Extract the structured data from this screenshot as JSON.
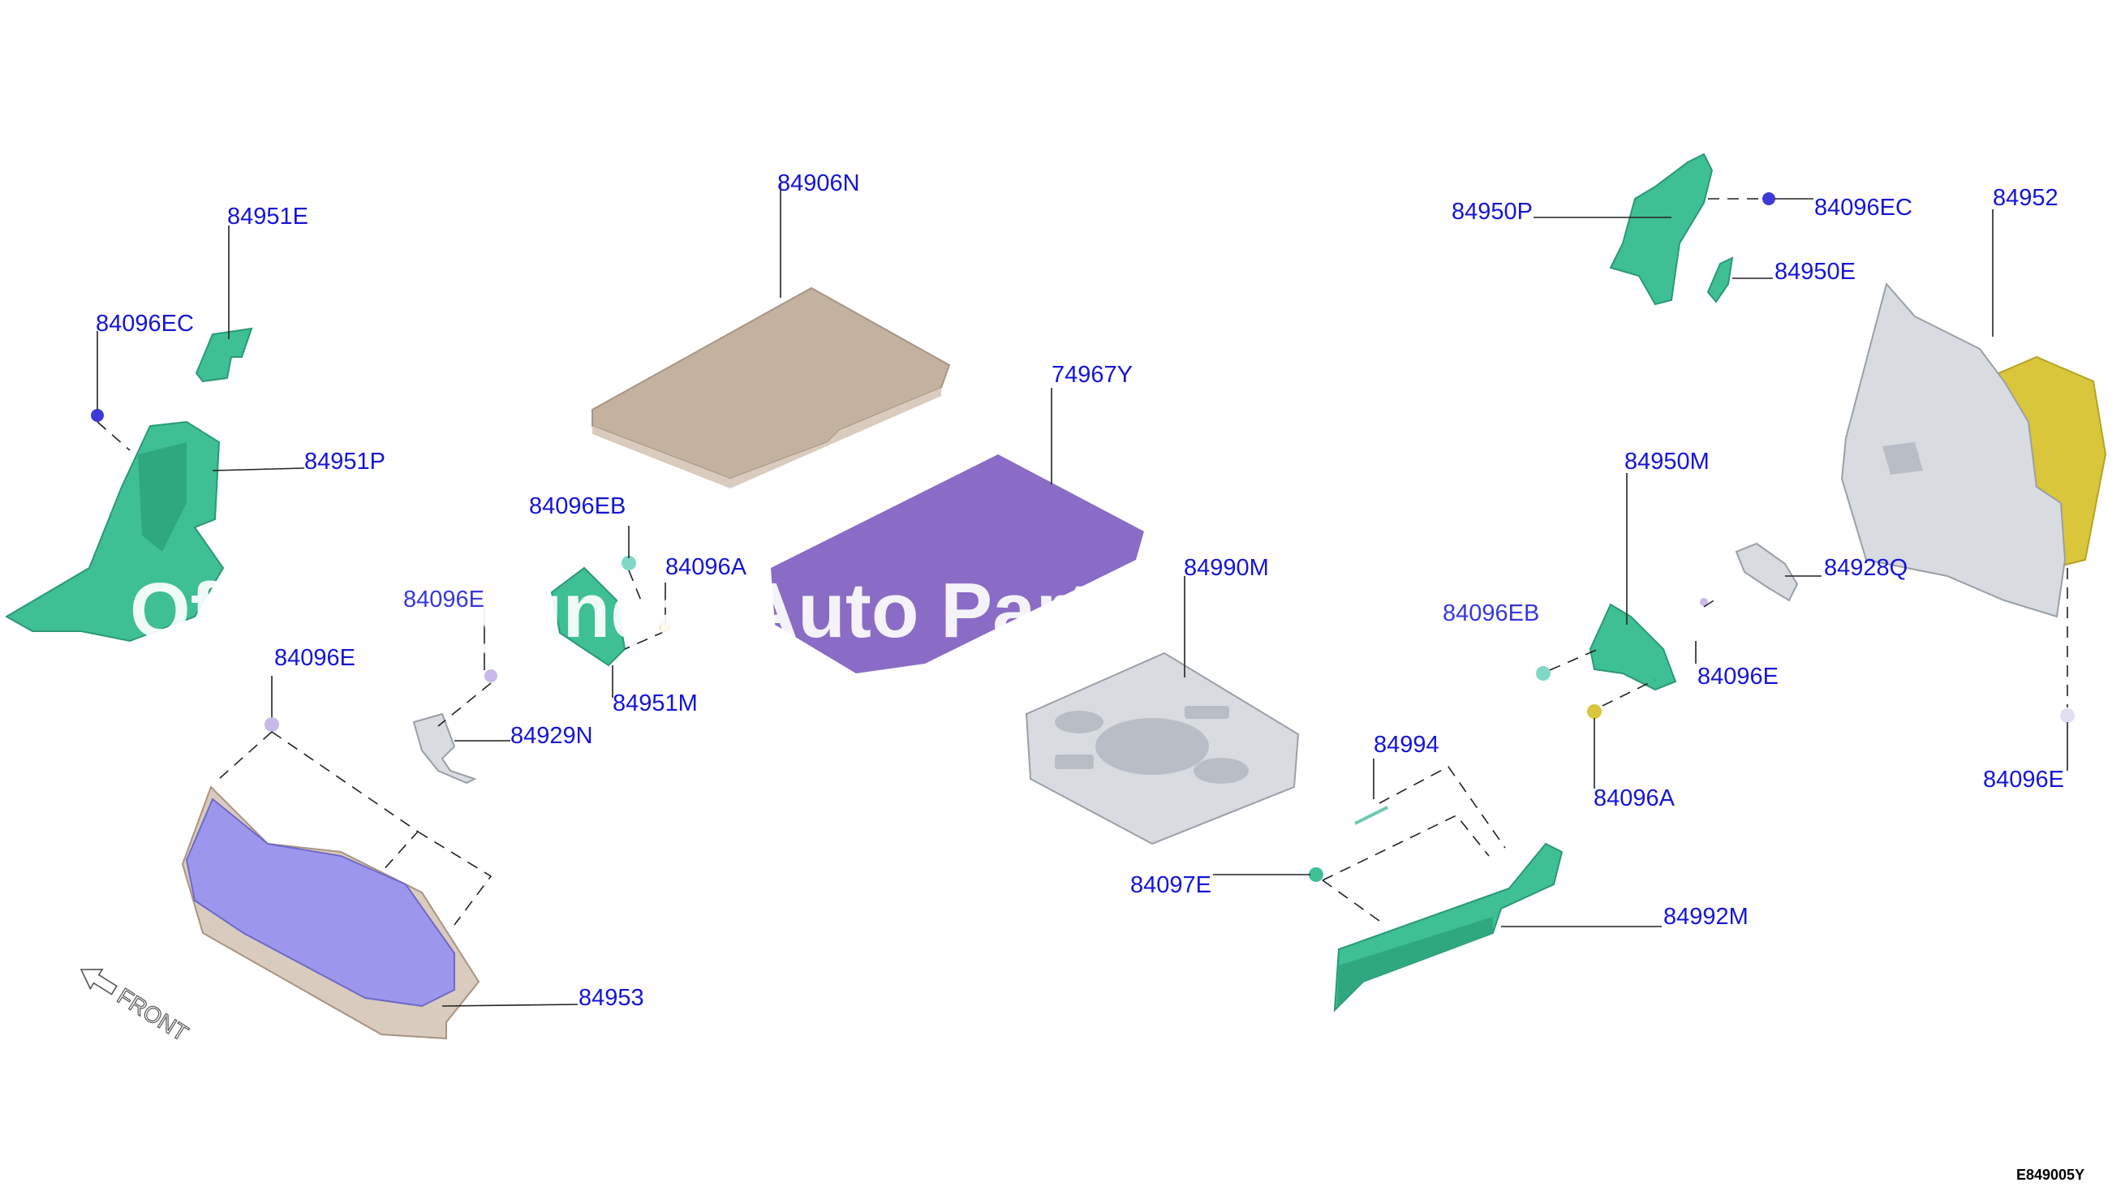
{
  "labels": {
    "p84906N": "84906N",
    "p84951E": "84951E",
    "p84096EC_left": "84096EC",
    "p84951P": "84951P",
    "p84096EB": "84096EB",
    "p84096A_mid": "84096A",
    "p84096E_partial_left": "84096E",
    "p84096E_left": "84096E",
    "p84951M": "84951M",
    "p84929N": "84929N",
    "p84953": "84953",
    "p74967Y": "74967Y",
    "p84990M": "84990M",
    "p84950P": "84950P",
    "p84096EC_right": "84096EC",
    "p84950E": "84950E",
    "p84952": "84952",
    "p84950M": "84950M",
    "p84928Q": "84928Q",
    "p84096EB_partial_right": "84096EB",
    "p84096E_right_mid": "84096E",
    "p84096A_right": "84096A",
    "p84096E_far_right": "84096E",
    "p84994": "84994",
    "p84097E": "84097E",
    "p84992M": "84992M"
  },
  "watermark": "Official Hyundai Auto Parts",
  "front_text": "FRONT",
  "diagram_ref": "E849005Y",
  "colors": {
    "label": "#1515d8",
    "trim_green": "#3fbf94",
    "board_tan": "#c4b2a1",
    "mat_purple": "#8a6cc6",
    "tray_grey": "#d8dbe0",
    "panel_lavender": "#9c97ec",
    "insulator_yellow": "#d9c63a"
  }
}
